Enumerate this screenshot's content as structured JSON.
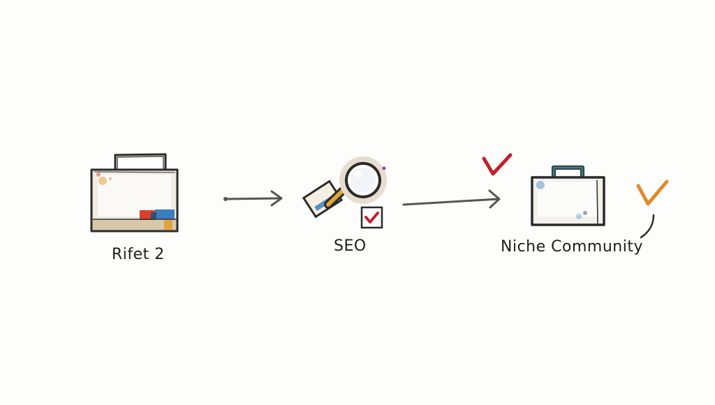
{
  "diagram": {
    "steps": [
      {
        "label": "Rifet 2",
        "icon": "briefcase-icon"
      },
      {
        "label": "SEO",
        "icon": "magnifying-glass-icon"
      },
      {
        "label": "Niche Community",
        "icon": "briefcase-icon"
      }
    ],
    "connectors": [
      {
        "from": "Rifet 2",
        "to": "SEO"
      },
      {
        "from": "SEO",
        "to": "Niche Community"
      }
    ],
    "colors": {
      "ink": "#2a2a2a",
      "check_red": "#c3202c",
      "check_orange": "#e08a2a",
      "accent_blue": "#3b7fc0",
      "accent_red": "#d8402b",
      "accent_gold": "#e0a43a",
      "lens_ring": "#c9b49a"
    }
  }
}
